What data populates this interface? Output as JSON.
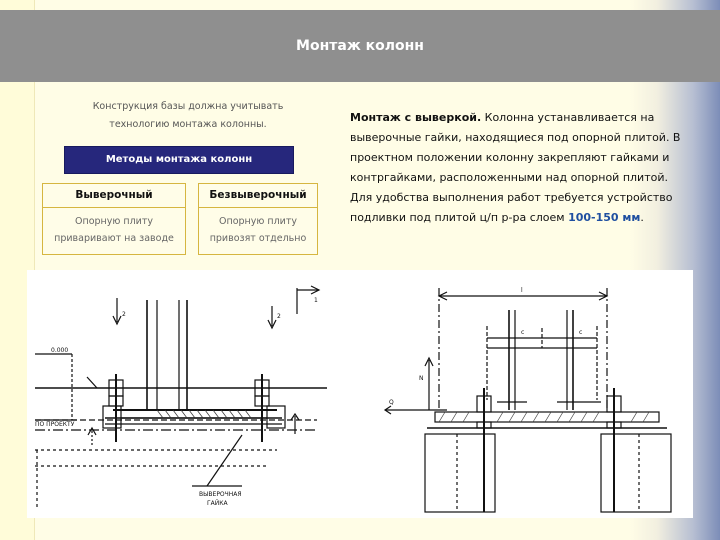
{
  "slide": {
    "title": "Монтаж колонн",
    "intro_line1": "Конструкция базы должна учитывать",
    "intro_line2": "технологию монтажа колонны.",
    "methods_heading": "Методы монтажа колонн",
    "method_with": {
      "title": "Выверочный",
      "line1": "Опорную плиту",
      "line2": "приваривают на заводе"
    },
    "method_without": {
      "title": "Безвыверочный",
      "line1": "Опорную плиту",
      "line2": "привозят отдельно"
    },
    "description": {
      "bold_lead": "Монтаж с выверкой.",
      "body": " Колонна устанавливается на выверочные гайки, находящиеся под опорной плитой. В проектном положении колонну закрепляют гайками и контргайками, расположенными над опорной плитой. Для удобства выполнения работ требуется устройство подливки под плитой ц/п р-ра слоем ",
      "highlight": "100-150 мм",
      "end": "."
    }
  },
  "drawing_left": {
    "level_mark": "0.000",
    "design_level": "ПО ПРОЕКТУ",
    "section_1": "1",
    "arrow_2a": "2",
    "arrow_2b": "2",
    "nut_label_1": "ВЫВЕРОЧНАЯ",
    "nut_label_2": "ГАЙКА"
  },
  "drawing_right": {
    "dim_top": "l",
    "dim_c1": "c",
    "dim_c2": "c",
    "dim_n": "N",
    "force": "Q"
  }
}
